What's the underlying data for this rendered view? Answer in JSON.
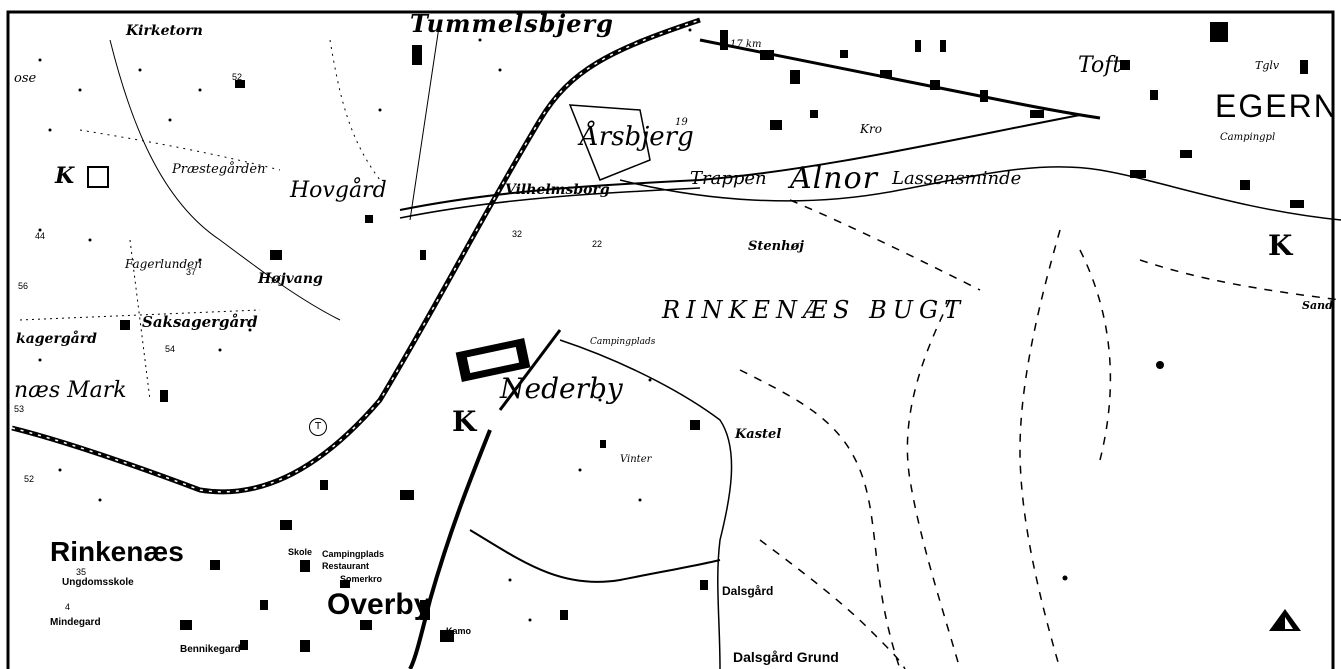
{
  "map": {
    "labels": {
      "kirketorn": "Kirketorn",
      "tummelsbjerg": "Tummelsbjerg",
      "toft": "Toft",
      "egern": "EGERN",
      "praestegarden": "Præstegården",
      "hovgard": "Hovgård",
      "vilhelmsborg": "Vilhelmsborg",
      "trappen": "Trappen",
      "alnor": "Alnor",
      "lassensminde": "Lassensminde",
      "arsbjerg": "Årsbjerg",
      "fagerlunden": "Fagerlunden",
      "hojvang": "Højvang",
      "stenhoj": "Stenhøj",
      "rinkenaes_bugt": "RINKENÆS BUGT",
      "saksagergard": "Saksagergård",
      "skagergard": "kagergård",
      "nes_mark": "næs Mark",
      "nederby": "Nederby",
      "kastel": "Kastel",
      "rinkenaes": "Rinkenæs",
      "ungdomsskole": "Ungdomsskole",
      "mindegard": "Mindegard",
      "bennikegard": "Bennikegard",
      "overby": "Overby",
      "skole": "Skole",
      "campingplads": "Campingplads",
      "restaurant": "Restaurant",
      "somerkro": "Somerkro",
      "dalsgard": "Dalsgård",
      "dalsgard_grund": "Dalsgård Grund",
      "kro": "Kro",
      "camping": "Campingpl",
      "campingplads_upper": "Campingplads",
      "k_left": "K",
      "k_nederby": "K",
      "k_right": "K",
      "sand": "Sand",
      "tglv": "Tglv",
      "vinter": "Vinter",
      "kamo": "Kamo",
      "num_52": "52",
      "num_44": "44",
      "num_37": "37",
      "num_56": "56",
      "num_32": "32",
      "num_22": "22",
      "num_35": "35",
      "num_54": "54",
      "num_53": "53",
      "num_17km": "17 km",
      "num_4": "4",
      "num_19": "19",
      "num_53b": "52",
      "num_ose": "ose"
    },
    "colors": {
      "ink": "#000000",
      "paper": "#ffffff",
      "building": "#000000"
    },
    "icons": {
      "north_arrow": "north-arrow-icon",
      "t_marker": "circle-t-icon"
    }
  }
}
